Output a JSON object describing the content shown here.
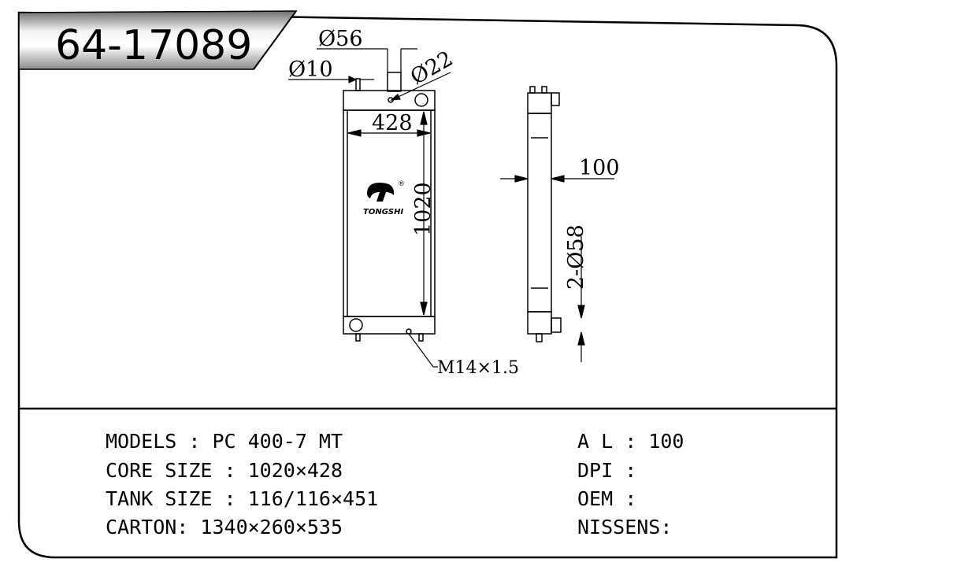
{
  "part_number": "64-17089",
  "dimensions": {
    "d56": "Ø56",
    "d10": "Ø10",
    "d22": "Ø22",
    "width": "428",
    "height": "1020",
    "thickness": "100",
    "inlet_outlet": "2-Ø58",
    "thread": "M14×1.5"
  },
  "logo": {
    "brand": "TONGSHI",
    "registered": "®"
  },
  "specs_left": [
    {
      "label": "MODELS : ",
      "value": "PC 400-7 MT"
    },
    {
      "label": "CORE SIZE : ",
      "value": "1020×428"
    },
    {
      "label": "TANK SIZE : ",
      "value": "116/116×451"
    },
    {
      "label": "CARTON: ",
      "value": "1340×260×535"
    }
  ],
  "specs_right": [
    {
      "label": "A L : ",
      "value": "100"
    },
    {
      "label": "DPI : ",
      "value": ""
    },
    {
      "label": "OEM : ",
      "value": ""
    },
    {
      "label": "NISSENS:",
      "value": ""
    }
  ]
}
